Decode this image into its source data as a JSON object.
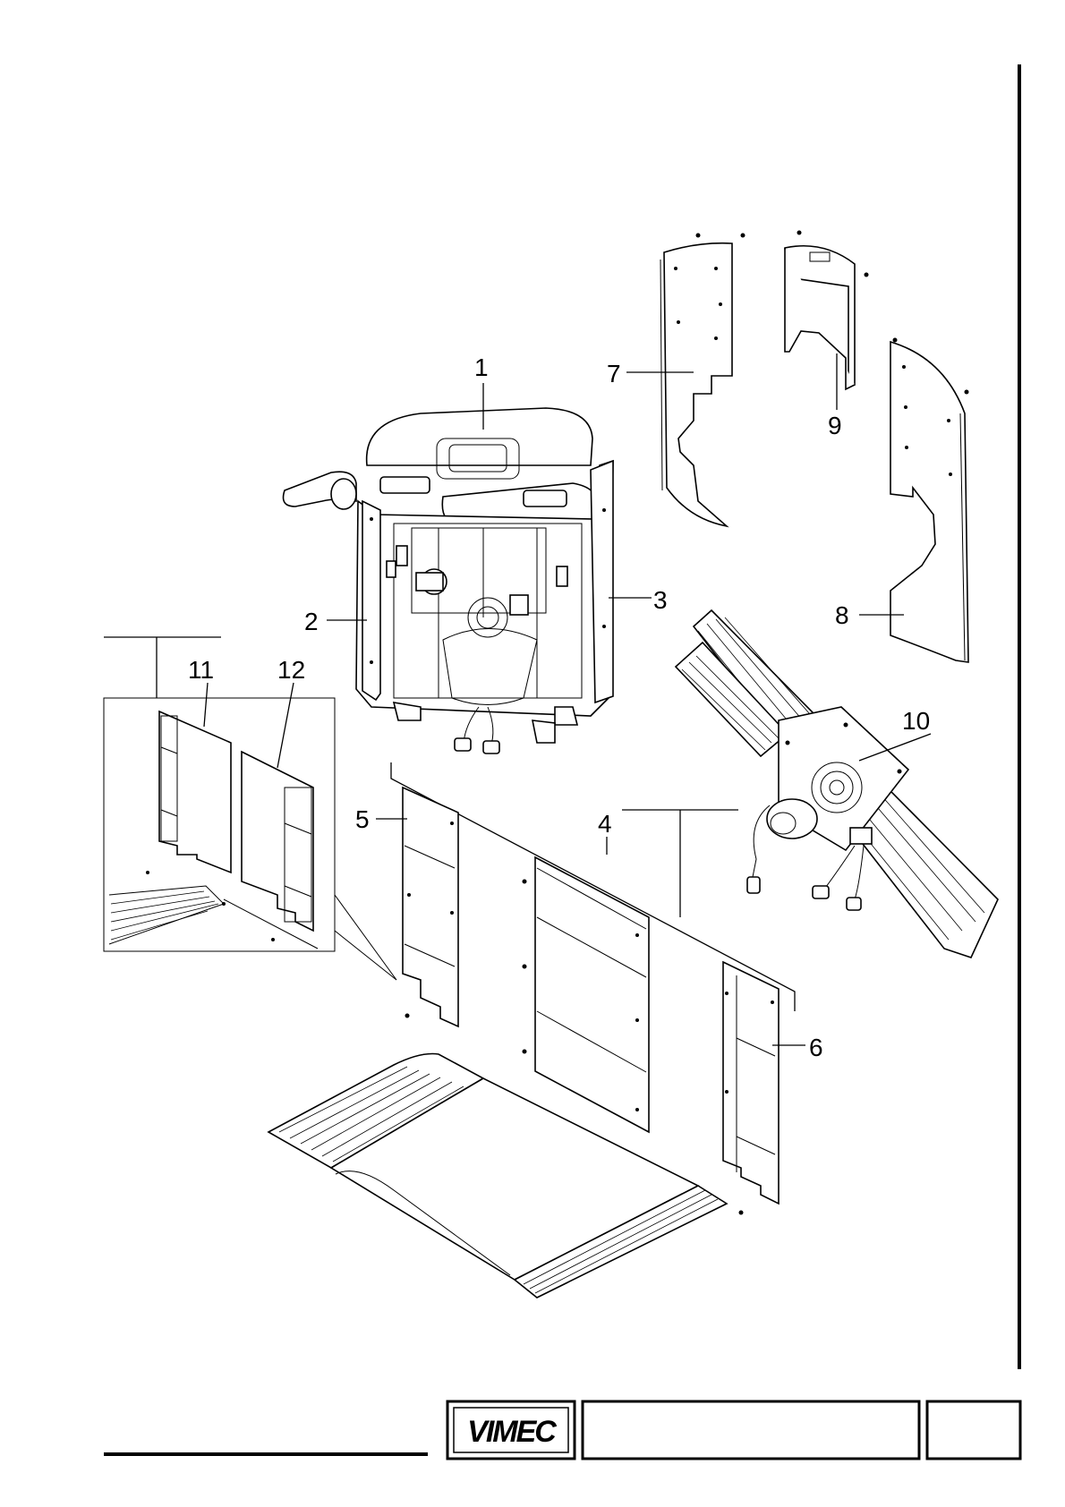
{
  "diagram": {
    "callouts": [
      {
        "id": "1",
        "text": "1"
      },
      {
        "id": "2",
        "text": "2"
      },
      {
        "id": "3",
        "text": "3"
      },
      {
        "id": "4",
        "text": "4"
      },
      {
        "id": "5",
        "text": "5"
      },
      {
        "id": "6",
        "text": "6"
      },
      {
        "id": "7",
        "text": "7"
      },
      {
        "id": "8",
        "text": "8"
      },
      {
        "id": "9",
        "text": "9"
      },
      {
        "id": "10",
        "text": "10"
      },
      {
        "id": "11",
        "text": "11"
      },
      {
        "id": "12",
        "text": "12"
      }
    ]
  },
  "footer": {
    "logo_text": "VIMEC",
    "title_box_text": "",
    "page_box_text": ""
  },
  "colors": {
    "ink": "#000000",
    "paper": "#ffffff"
  }
}
